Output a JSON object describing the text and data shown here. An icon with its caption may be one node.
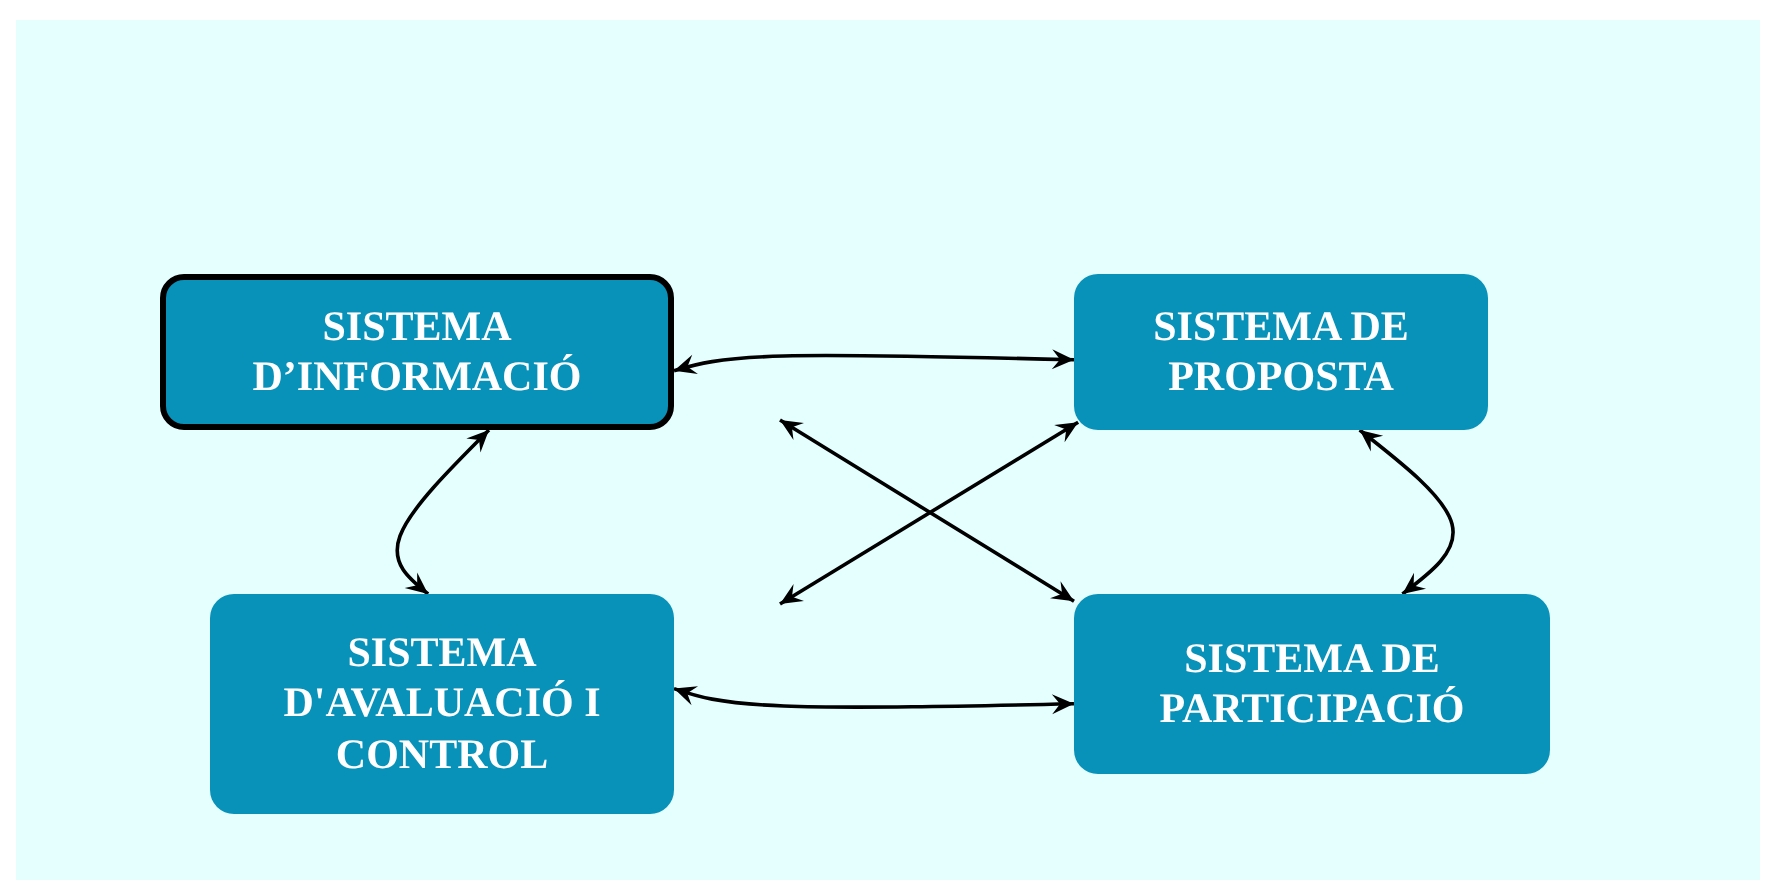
{
  "diagram": {
    "nodes": [
      {
        "text": [
          "SISTEMA D’INFORMACIÓ"
        ]
      },
      {
        "text": [
          "SISTEMA DE PROPOSTA"
        ]
      },
      {
        "text": [
          "SISTEMA D'AVALUACIÓ I CONTROL"
        ]
      },
      {
        "text": [
          "SISTEMA DE PARTICIPACIÓ"
        ]
      }
    ],
    "edges": [
      {
        "from": 0,
        "to": 1,
        "arrow": "both"
      },
      {
        "from": 0,
        "to": 2,
        "arrow": "both"
      },
      {
        "from": null,
        "to": 3,
        "arrow": "both"
      },
      {
        "from": null,
        "to": 1,
        "arrow": "both"
      },
      {
        "from": 1,
        "to": 3,
        "arrow": "both"
      },
      {
        "from": 2,
        "to": 3,
        "arrow": "both"
      }
    ]
  }
}
